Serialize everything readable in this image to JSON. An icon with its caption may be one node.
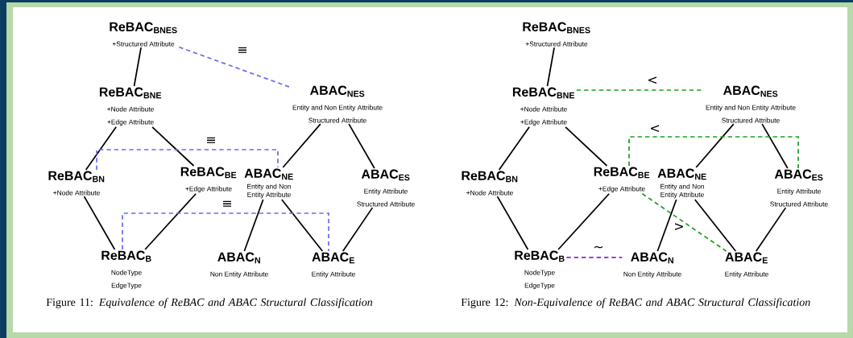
{
  "diagram": {
    "nodes": [
      {
        "text": [
          "ReBAC$_{BNES}$"
        ],
        "beside": [
          "+Structured Attribute"
        ]
      },
      {
        "text": [
          "ReBAC$_{BNE}$"
        ],
        "beside": [
          "+Node Attribute",
          "+Edge Attribute"
        ]
      },
      {
        "text": [
          "ABAC$_{NES}$"
        ],
        "beside": [
          "Entity and Non Entity Attribute",
          "Structured Attribute"
        ]
      },
      {
        "text": [
          "ReBAC$_{BN}$"
        ],
        "beside": [
          "+Node Attribute"
        ]
      },
      {
        "text": [
          "ReBAC$_{BE}$"
        ],
        "beside": [
          "+Edge Attribute"
        ]
      },
      {
        "text": [
          "ABAC$_{NE}$"
        ],
        "beside": [
          "Entity and Non Entity Attribute"
        ]
      },
      {
        "text": [
          "ABAC$_{ES}$"
        ],
        "beside": [
          "Entity Attribute",
          "Structured Attribute"
        ]
      },
      {
        "text": [
          "ReBAC$_{B}$"
        ],
        "beside": [
          "NodeType",
          "EdgeType"
        ]
      },
      {
        "text": [
          "ABAC$_{N}$"
        ],
        "beside": [
          "Non Entity Attribute"
        ]
      },
      {
        "text": [
          "ABAC$_{E}$"
        ],
        "beside": [
          "Entity Attribute"
        ]
      },
      {
        "text": [
          "ReBAC$_{BNES}$"
        ],
        "beside": [
          "+Structured Attribute"
        ]
      },
      {
        "text": [
          "ReBAC$_{BNE}$"
        ],
        "beside": [
          "+Node Attribute",
          "+Edge Attribute"
        ]
      },
      {
        "text": [
          "ABAC$_{NES}$"
        ],
        "beside": [
          "Entity and Non Entity Attribute",
          "Structured Attribute"
        ]
      },
      {
        "text": [
          "ReBAC$_{BN}$"
        ],
        "beside": [
          "+Node Attribute"
        ]
      },
      {
        "text": [
          "ReBAC$_{BE}$"
        ],
        "beside": [
          "+Edge Attribute"
        ]
      },
      {
        "text": [
          "ABAC$_{NE}$"
        ],
        "beside": [
          "Entity and Non Entity Attribute"
        ]
      },
      {
        "text": [
          "ABAC$_{ES}$"
        ],
        "beside": [
          "Entity Attribute",
          "Structured Attribute"
        ]
      },
      {
        "text": [
          "ReBAC$_{B}$"
        ],
        "beside": [
          "NodeType",
          "EdgeType"
        ]
      },
      {
        "text": [
          "ABAC$_{N}$"
        ],
        "beside": [
          "Non Entity Attribute"
        ]
      },
      {
        "text": [
          "ABAC$_{E}$"
        ],
        "beside": [
          "Entity Attribute"
        ]
      }
    ],
    "edges": [
      {
        "from": 0,
        "to": 1,
        "arrow": "none"
      },
      {
        "from": 1,
        "to": 3,
        "arrow": "none"
      },
      {
        "from": 1,
        "to": 4,
        "arrow": "none"
      },
      {
        "from": 2,
        "to": 5,
        "arrow": "none"
      },
      {
        "from": 2,
        "to": 6,
        "arrow": "none"
      },
      {
        "from": 3,
        "to": 7,
        "arrow": "none"
      },
      {
        "from": 4,
        "to": 7,
        "arrow": "none"
      },
      {
        "from": 5,
        "to": 8,
        "arrow": "none"
      },
      {
        "from": 5,
        "to": 9,
        "arrow": "none"
      },
      {
        "from": 6,
        "to": 9,
        "arrow": "none"
      },
      {
        "from": 0,
        "to": 2,
        "arrow": "none",
        "label": "≡",
        "style": "dashed",
        "color": "#6b6bf5"
      },
      {
        "from": 3,
        "to": 5,
        "arrow": "none",
        "label": "≡",
        "style": "dashed",
        "color": "#6b6bf5"
      },
      {
        "from": 7,
        "to": 9,
        "arrow": "none",
        "label": "≡",
        "style": "dashed",
        "color": "#6b6bf5"
      },
      {
        "from": 10,
        "to": 11,
        "arrow": "none"
      },
      {
        "from": 11,
        "to": 13,
        "arrow": "none"
      },
      {
        "from": 11,
        "to": 14,
        "arrow": "none"
      },
      {
        "from": 12,
        "to": 15,
        "arrow": "none"
      },
      {
        "from": 12,
        "to": 16,
        "arrow": "none"
      },
      {
        "from": 13,
        "to": 17,
        "arrow": "none"
      },
      {
        "from": 14,
        "to": 17,
        "arrow": "none"
      },
      {
        "from": 15,
        "to": 18,
        "arrow": "none"
      },
      {
        "from": 15,
        "to": 19,
        "arrow": "none"
      },
      {
        "from": 16,
        "to": 19,
        "arrow": "none"
      },
      {
        "from": 11,
        "to": 12,
        "arrow": "none",
        "label": "<",
        "style": "dashed",
        "color": "#1fa01f"
      },
      {
        "from": 14,
        "to": 16,
        "arrow": "none",
        "label": "<",
        "style": "dashed",
        "color": "#1fa01f"
      },
      {
        "from": 14,
        "to": 19,
        "arrow": "none",
        "label": ">",
        "style": "dashed",
        "color": "#1fa01f"
      },
      {
        "from": 17,
        "to": 18,
        "arrow": "none",
        "label": "~",
        "style": "dashed",
        "color": "#8a1fe0"
      }
    ],
    "labels": [
      "Figure 11: *Equivalence of ReBAC and ABAC Structural Classification*",
      "Figure 12: *Non-Equivalence of ReBAC and ABAC Structural Classification*"
    ]
  }
}
